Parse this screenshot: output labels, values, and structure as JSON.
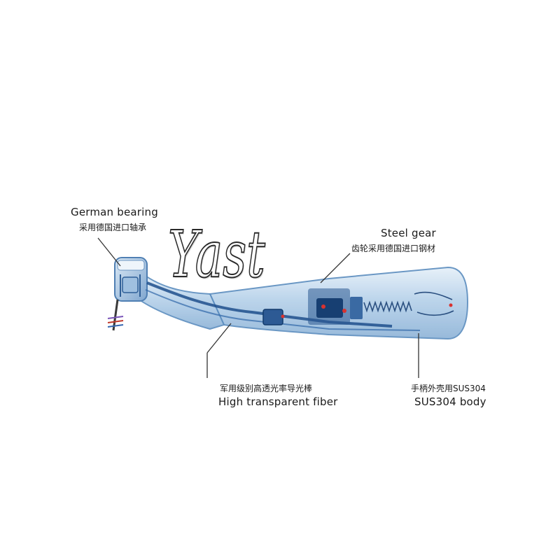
{
  "labels": {
    "german_bearing": {
      "en": "German  bearing",
      "cn": "采用德国进口轴承"
    },
    "steel_gear": {
      "en": "Steel gear",
      "cn": "齿轮采用德国进口钢材"
    },
    "fiber": {
      "cn": "军用级别高透光率导光棒",
      "en": "High transparent fiber"
    },
    "body": {
      "cn": "手柄外壳用SUS304",
      "en": "SUS304 body"
    }
  },
  "watermark": "Yast",
  "colors": {
    "body_fill": "#bcd6ec",
    "body_edge": "#5e8fc0",
    "internals": "#1f4f8c",
    "accent_red": "#d8322f"
  }
}
